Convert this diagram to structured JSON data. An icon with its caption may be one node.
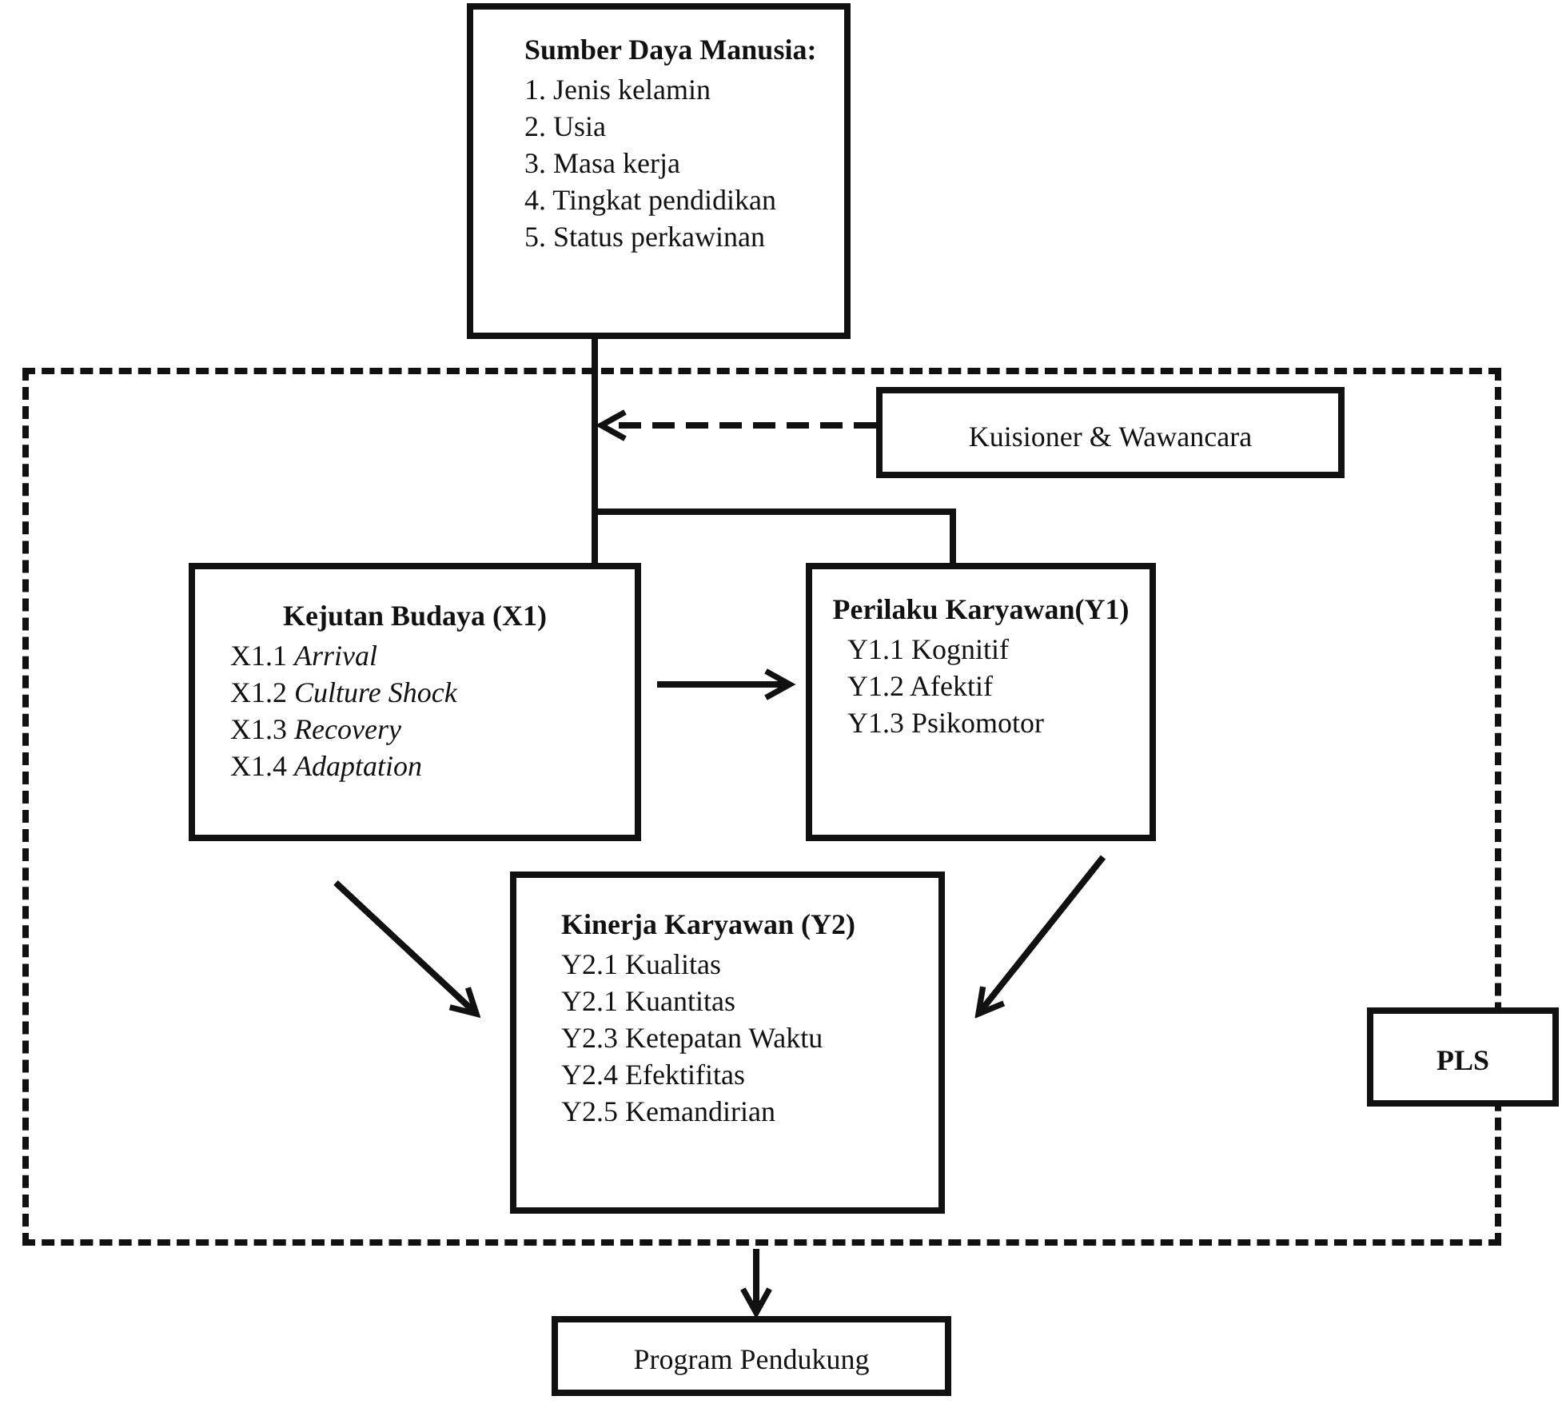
{
  "diagram": {
    "nodes": [
      {
        "text": [
          "Sumber Daya Manusia:",
          "1. Jenis kelamin",
          "2. Usia",
          "3. Masa kerja",
          "4. Tingkat pendidikan",
          "5.  Status perkawinan"
        ]
      },
      {
        "text": [],
        "shape": "box"
      },
      {
        "text": [
          "Kuisioner & Wawancara"
        ],
        "in": 1
      },
      {
        "text": [
          "Kejutan Budaya (X1)",
          "X1.1 *Arrival*",
          "X1.2 *Culture Shock*",
          "X1.3 *Recovery*",
          "X1.4 *Adaptation*"
        ],
        "in": 1
      },
      {
        "text": [
          "Perilaku Karyawan(Y1)",
          "Y1.1 Kognitif",
          "Y1.2 Afektif",
          "Y1.3 Psikomotor"
        ],
        "in": 1
      },
      {
        "text": [
          "Kinerja Karyawan (Y2)",
          "Y2.1 Kualitas",
          "Y2.1 Kuantitas",
          "Y2.3 Ketepatan  Waktu",
          "Y2.4 Efektifitas",
          "Y2.5 Kemandirian"
        ],
        "in": 1
      },
      {
        "text": [
          "PLS"
        ]
      },
      {
        "text": [
          "Program Pendukung"
        ]
      }
    ],
    "edges": [
      {
        "from": 0,
        "to": 3,
        "arrow": "none"
      },
      {
        "from": 0,
        "to": 4,
        "arrow": "none"
      },
      {
        "from": 2,
        "to": null,
        "arrow": "to",
        "style": "dashed"
      },
      {
        "from": 3,
        "to": 4,
        "arrow": "to"
      },
      {
        "from": 3,
        "to": 5,
        "arrow": "to"
      },
      {
        "from": 4,
        "to": 5,
        "arrow": "to"
      },
      {
        "from": 1,
        "to": 7,
        "arrow": "to"
      }
    ]
  }
}
